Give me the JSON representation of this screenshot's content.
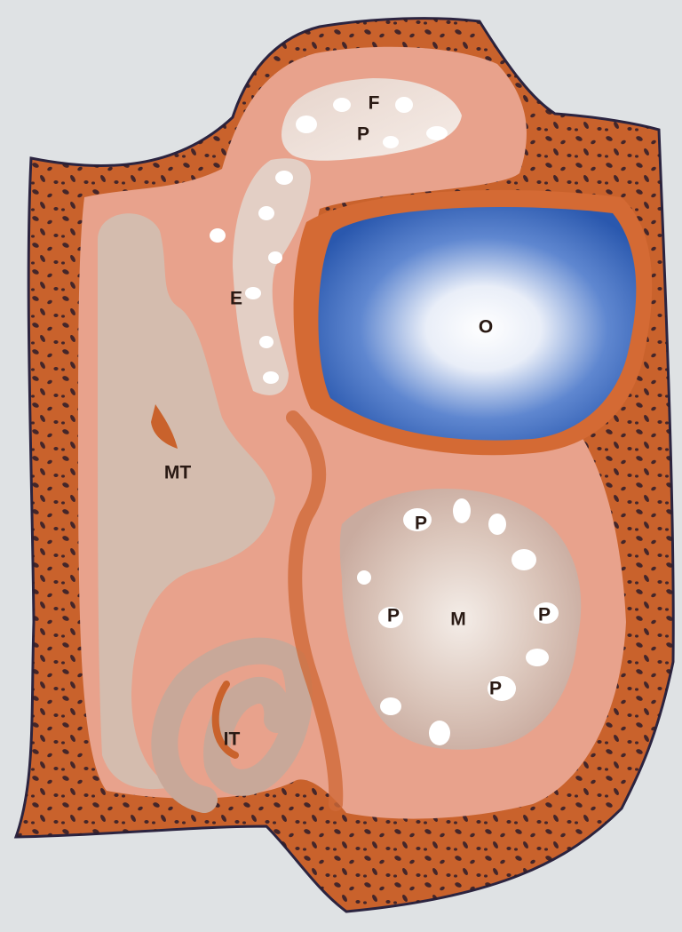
{
  "figure": {
    "labels": {
      "frontal": "F",
      "frontal_polyp": "P",
      "ethmoid": "E",
      "orbit": "O",
      "middle_turbinate": "MT",
      "inferior_turbinate": "IT",
      "maxillary": "M",
      "maxillary_polyp_top": "P",
      "maxillary_polyp_left": "P",
      "maxillary_polyp_right": "P",
      "maxillary_polyp_bottom": "P"
    },
    "colors": {
      "background": "#dfe2e4",
      "bone": "#c9622c",
      "bone_outline": "#2b2440",
      "bone_pores": "#2c1c2a",
      "mucosa": "#e8a28c",
      "mucosa_light": "#f2c6b4",
      "cavity": "#d9c3b8",
      "orbit_blue": "#2f5fb5"
    }
  }
}
